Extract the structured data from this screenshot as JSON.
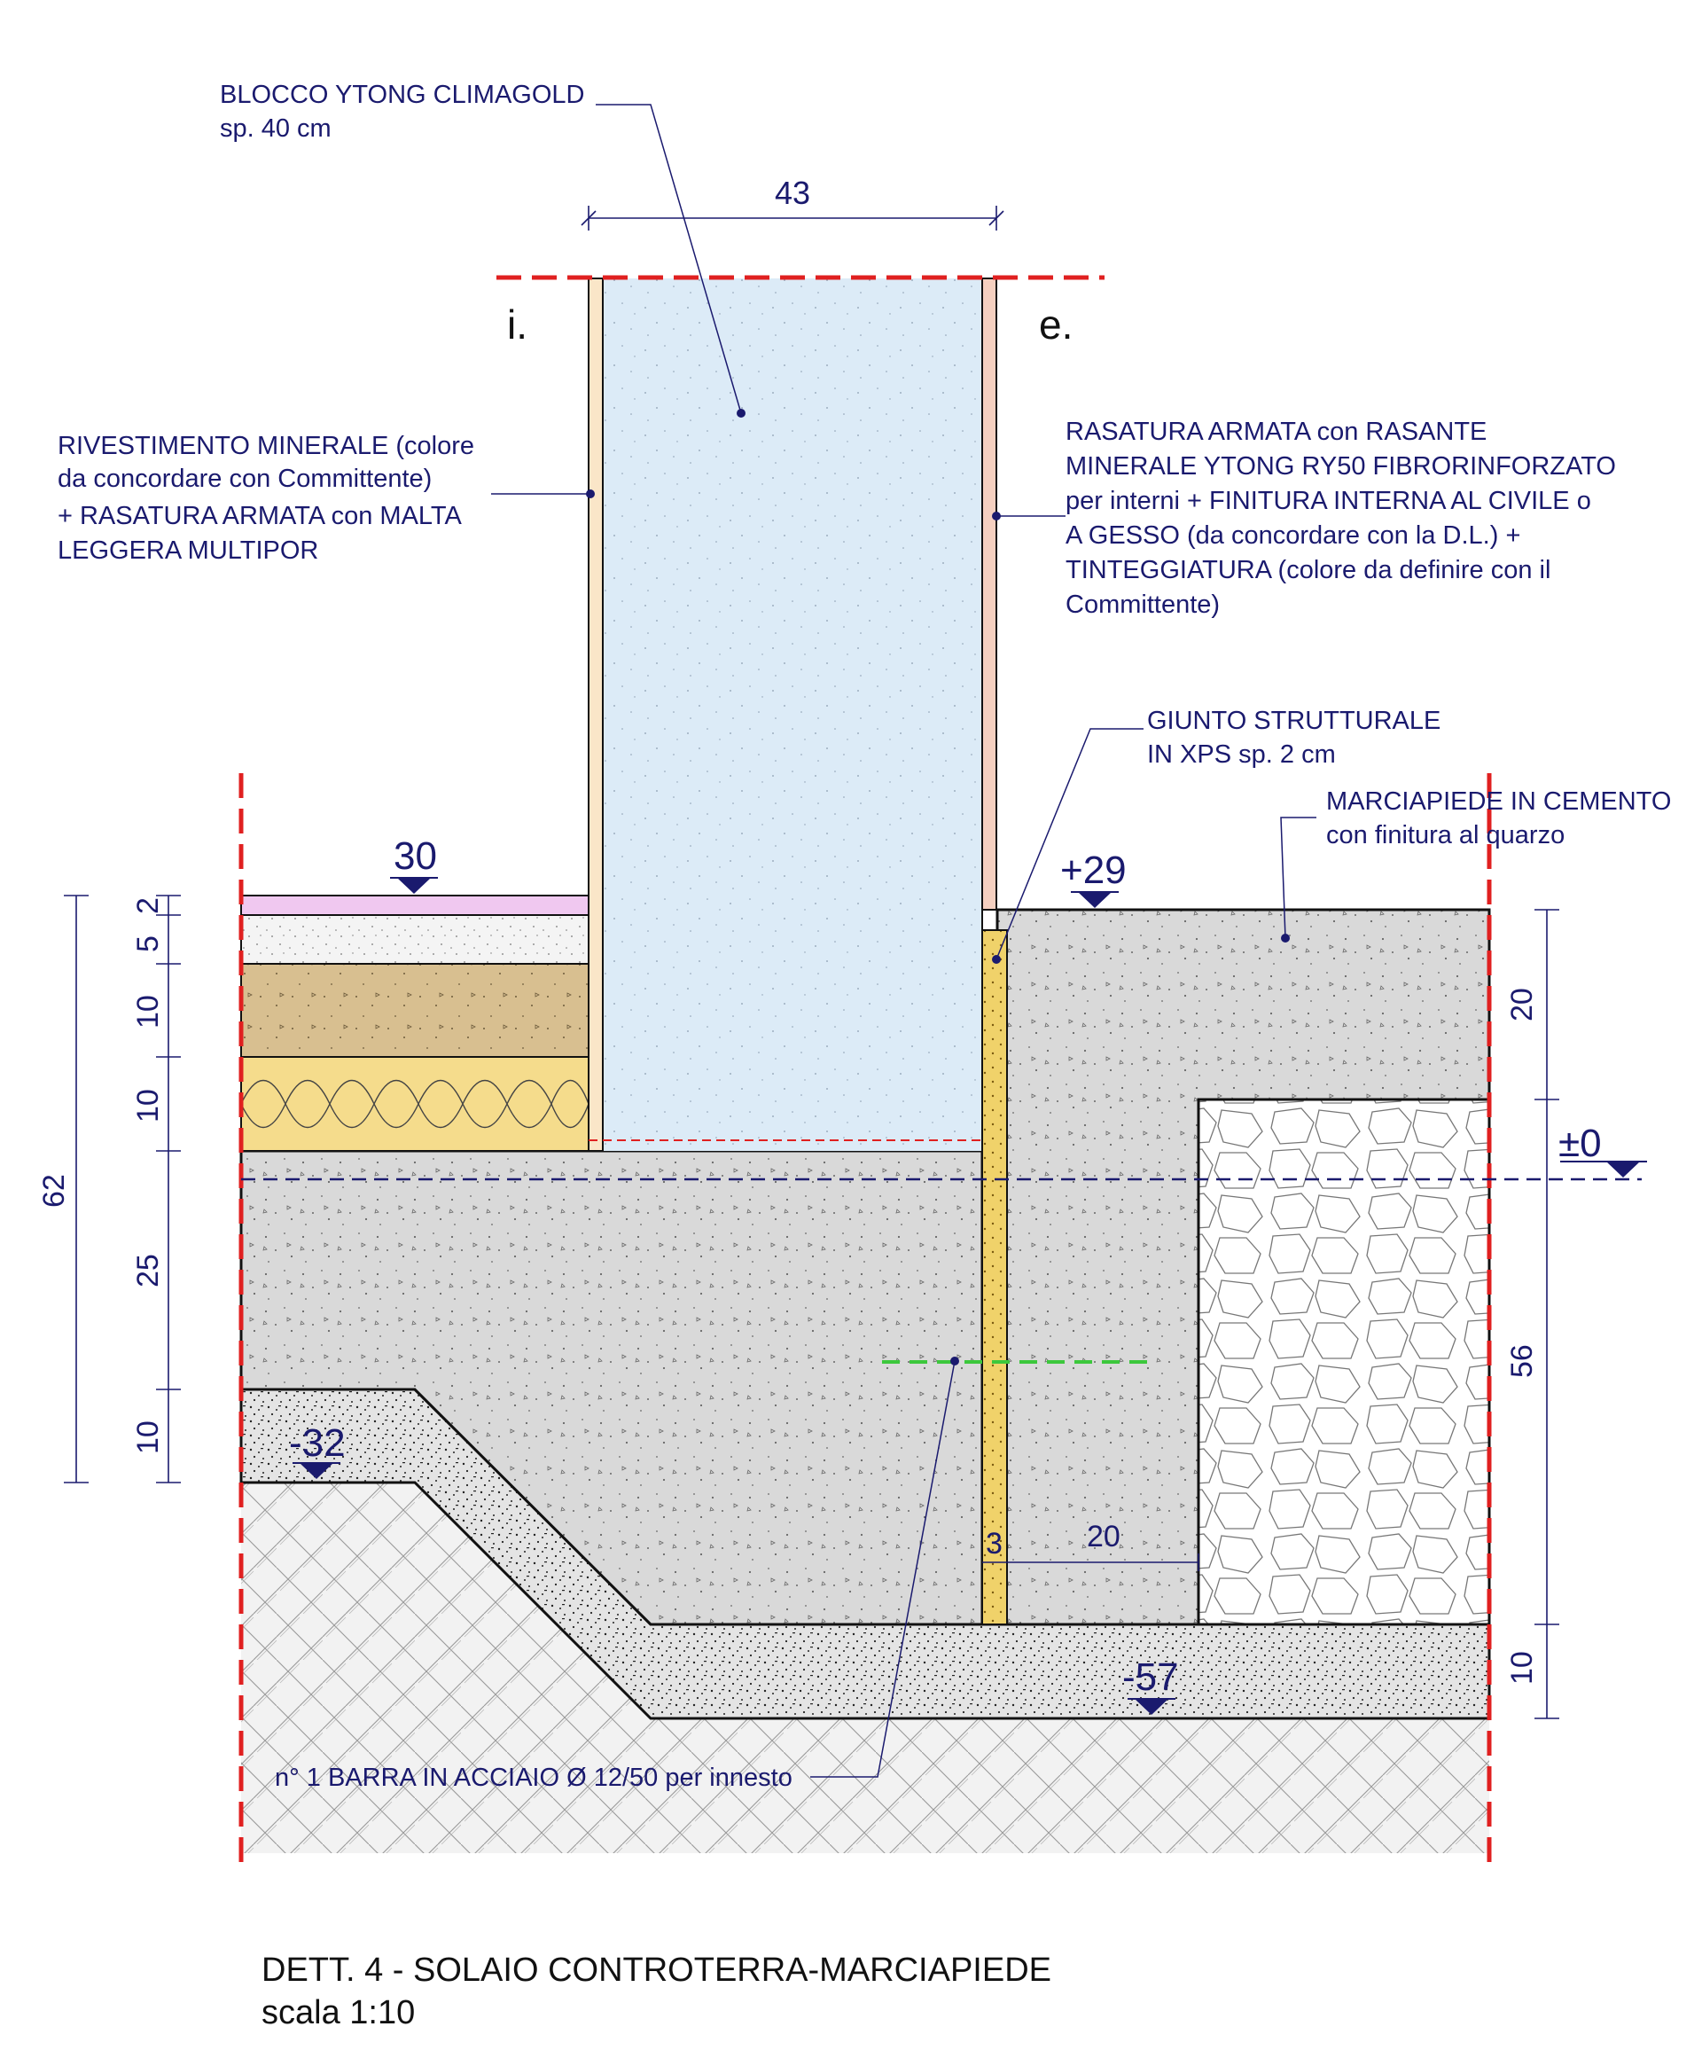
{
  "labels": {
    "block_1": "BLOCCO YTONG CLIMAGOLD",
    "block_2": "sp. 40 cm",
    "left_1": "RIVESTIMENTO MINERALE (colore",
    "left_2": "da concordare con Committente)",
    "left_3": "+ RASATURA ARMATA con MALTA",
    "left_4": "LEGGERA MULTIPOR",
    "right_1": "RASATURA ARMATA con RASANTE",
    "right_2": "MINERALE YTONG RY50 FIBRORINFORZATO",
    "right_3": "per interni + FINITURA INTERNA AL CIVILE o",
    "right_4": "A GESSO (da concordare con la D.L.) +",
    "right_5": "TINTEGGIATURA (colore da definire con il",
    "right_6": "Committente)",
    "giunto_1": "GIUNTO STRUTTURALE",
    "giunto_2": "IN XPS sp. 2 cm",
    "marc_1": "MARCIAPIEDE IN CEMENTO",
    "marc_2": "con finitura al quarzo",
    "bar": "n° 1 BARRA IN ACCIAIO Ø 12/50 per innesto",
    "side_i": "i.",
    "side_e": "e."
  },
  "levels": {
    "floor": "30",
    "sidewalk": "+29",
    "zero": "±0",
    "bottom_left": "-32",
    "bottom_right": "-57"
  },
  "dimensions": {
    "wall_width": "43",
    "left_d1": "2",
    "left_d2": "5",
    "left_d3": "10",
    "left_d4": "10",
    "left_d5": "25",
    "left_d6": "10",
    "left_total": "62",
    "right_d1": "20",
    "right_d2": "56",
    "right_d3": "10",
    "joint": "3",
    "joint_offset": "20"
  },
  "title": {
    "line1": "DETT. 4 - SOLAIO CONTROTERRA-MARCIAPIEDE",
    "line2": "scala 1:10"
  },
  "colors": {
    "annotation": "#1a1a6e",
    "cut_line": "#e02020",
    "concrete": "#d9d9d9",
    "ytong": "#dcebf7",
    "insulation": "#f5dc8c",
    "screed": "#d8bf90",
    "finish": "#f0c8f0",
    "rebar": "#3cc83c",
    "outline": "#111111"
  }
}
